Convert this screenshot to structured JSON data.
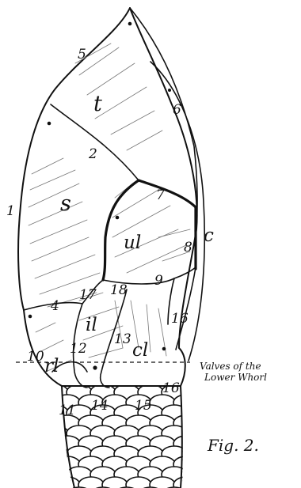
{
  "plate_labels": {
    "terminal": "t",
    "scutum": "s",
    "upper_latus": "ul",
    "carina": "c",
    "inframedian_latus": "il",
    "rostral_latus": "rl",
    "carinal_latus": "cl"
  },
  "suture_numbers": [
    "1",
    "2",
    "4",
    "5",
    "6",
    "7",
    "8",
    "9",
    "10",
    "11",
    "12",
    "13",
    "14",
    "15",
    "16",
    "16",
    "17",
    "18"
  ],
  "annotation": {
    "line1": "Valves of the",
    "line2": "Lower Whorl"
  },
  "figure_caption": "Fig. 2."
}
